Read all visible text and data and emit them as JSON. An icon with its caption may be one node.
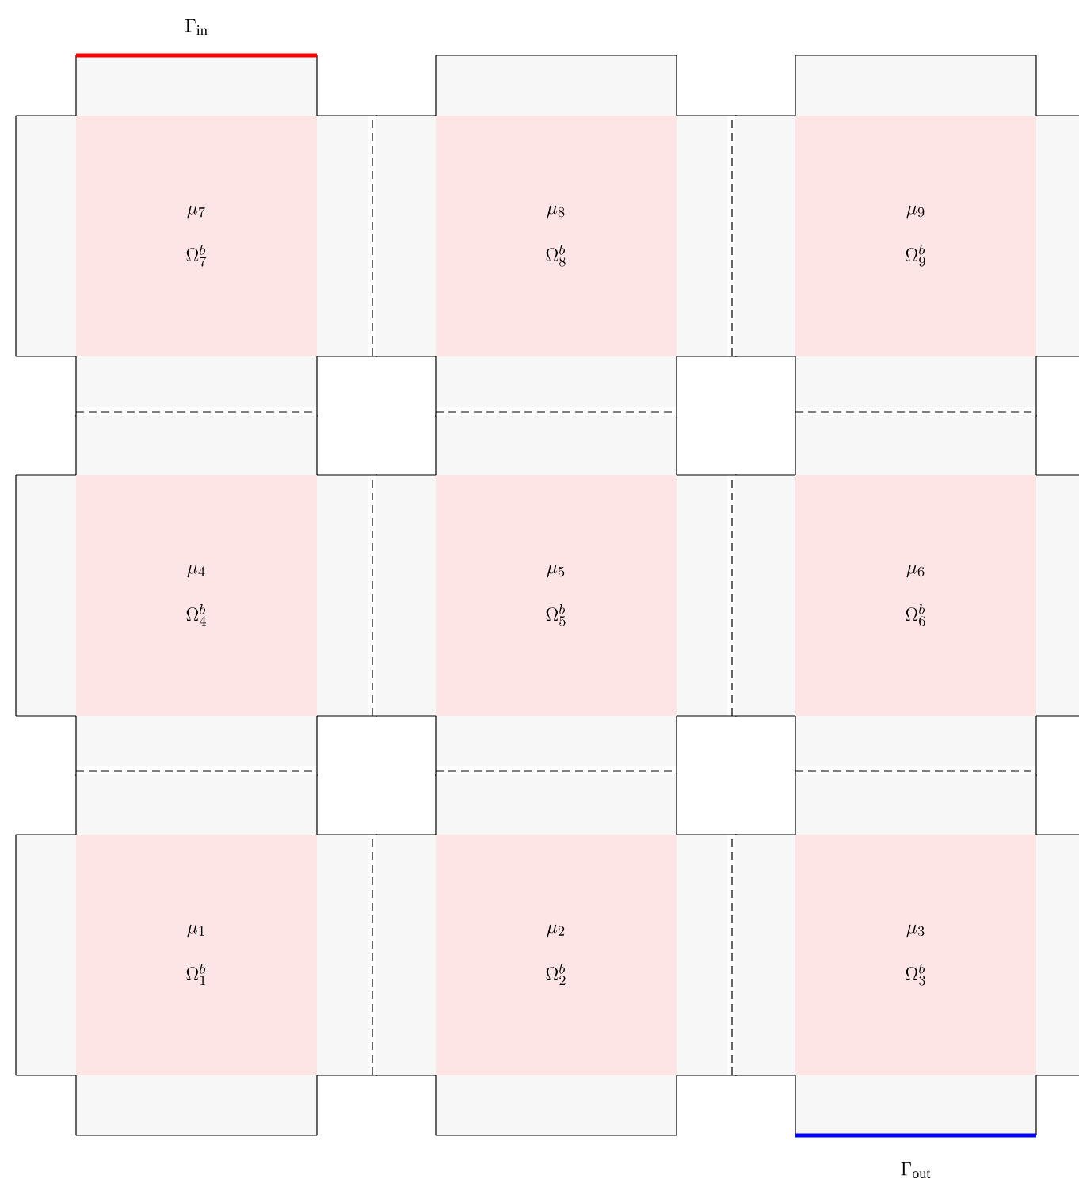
{
  "diagram": {
    "nodes": [
      {
        "text": [
          "\\mu_7",
          "\\Omega_7^b"
        ]
      },
      {
        "text": [
          "\\mu_8",
          "\\Omega_8^b"
        ]
      },
      {
        "text": [
          "\\mu_9",
          "\\Omega_9^b"
        ]
      },
      {
        "text": [
          "\\mu_4",
          "\\Omega_4^b"
        ]
      },
      {
        "text": [
          "\\mu_5",
          "\\Omega_5^b"
        ]
      },
      {
        "text": [
          "\\mu_6",
          "\\Omega_6^b"
        ]
      },
      {
        "text": [
          "\\mu_1",
          "\\Omega_1^b"
        ]
      },
      {
        "text": [
          "\\mu_2",
          "\\Omega_2^b"
        ]
      },
      {
        "text": [
          "\\mu_3",
          "\\Omega_3^b"
        ]
      }
    ],
    "labels": [
      "\\Gamma_{\\mathrm{in}}",
      "\\Gamma_{\\mathrm{out}}"
    ]
  }
}
